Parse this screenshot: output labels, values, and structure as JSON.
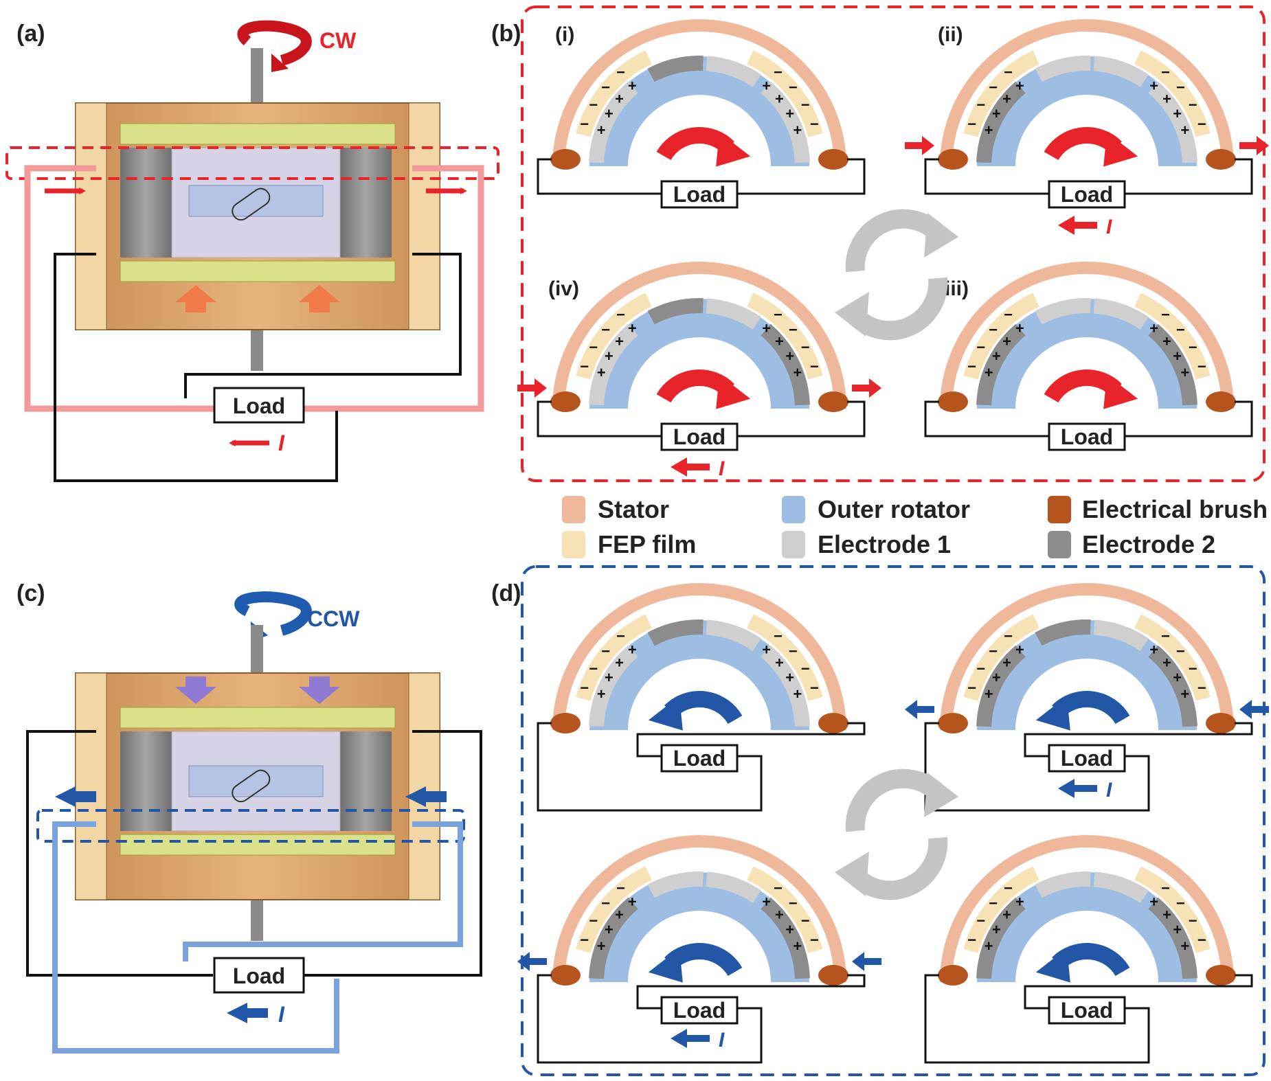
{
  "panels": {
    "a": "(a)",
    "b": "(b)",
    "c": "(c)",
    "d": "(d)"
  },
  "stages": {
    "i": "(i)",
    "ii": "(ii)",
    "iii": "(iii)",
    "iv": "(iv)"
  },
  "rotation": {
    "cw": "CW",
    "ccw": "CCW"
  },
  "load_label": "Load",
  "current_symbol": "I",
  "legend": [
    {
      "label": "Stator",
      "color": "#f0b89a"
    },
    {
      "label": "Outer rotator",
      "color": "#9dbde3"
    },
    {
      "label": "Electrical brush",
      "color": "#b5541c"
    },
    {
      "label": "FEP film",
      "color": "#f7e2b5"
    },
    {
      "label": "Electrode 1",
      "color": "#cfcfcf"
    },
    {
      "label": "Electrode 2",
      "color": "#8c8c8c"
    }
  ],
  "colors": {
    "cw_accent": "#e8232a",
    "ccw_accent": "#2157a6",
    "cycle_arrow": "#c4c4c4"
  }
}
